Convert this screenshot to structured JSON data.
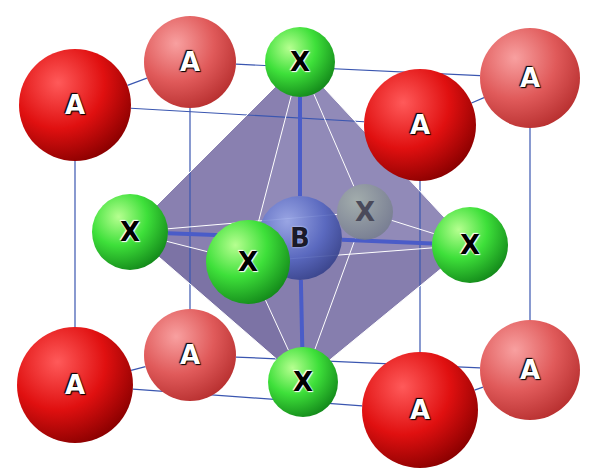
{
  "diagram": {
    "nodes": [
      {
        "text": [
          "A"
        ]
      },
      {
        "text": [
          "X"
        ]
      },
      {
        "text": [
          "A"
        ]
      },
      {
        "text": [
          "A"
        ]
      },
      {
        "text": [
          "A"
        ]
      },
      {
        "text": [
          "X"
        ]
      },
      {
        "text": [
          "X"
        ]
      },
      {
        "text": [
          "B"
        ]
      },
      {
        "text": [
          "X"
        ]
      },
      {
        "text": [
          "X"
        ]
      },
      {
        "text": [
          "A"
        ]
      },
      {
        "text": [
          "A"
        ]
      },
      {
        "text": [
          "X"
        ]
      },
      {
        "text": [
          "A"
        ]
      },
      {
        "text": [
          "A"
        ]
      }
    ],
    "edges": [
      {
        "from": 3,
        "to": 4,
        "arrow": "none"
      },
      {
        "from": 4,
        "to": 14,
        "arrow": "none"
      },
      {
        "from": 14,
        "to": 13,
        "arrow": "none"
      },
      {
        "from": 13,
        "to": 3,
        "arrow": "none"
      },
      {
        "from": 0,
        "to": 2,
        "arrow": "none"
      },
      {
        "from": 2,
        "to": 11,
        "arrow": "none"
      },
      {
        "from": 11,
        "to": 10,
        "arrow": "none"
      },
      {
        "from": 10,
        "to": 0,
        "arrow": "none"
      },
      {
        "from": 0,
        "to": 3,
        "arrow": "none"
      },
      {
        "from": 2,
        "to": 4,
        "arrow": "none"
      },
      {
        "from": 11,
        "to": 14,
        "arrow": "none"
      },
      {
        "from": 10,
        "to": 13,
        "arrow": "none"
      },
      {
        "from": 1,
        "to": 6,
        "arrow": "none"
      },
      {
        "from": 1,
        "to": 9,
        "arrow": "none"
      },
      {
        "from": 1,
        "to": 8,
        "arrow": "none"
      },
      {
        "from": 1,
        "to": 5,
        "arrow": "none"
      },
      {
        "from": 12,
        "to": 6,
        "arrow": "none"
      },
      {
        "from": 12,
        "to": 9,
        "arrow": "none"
      },
      {
        "from": 12,
        "to": 8,
        "arrow": "none"
      },
      {
        "from": 12,
        "to": 5,
        "arrow": "none"
      },
      {
        "from": 6,
        "to": 9,
        "arrow": "none"
      },
      {
        "from": 9,
        "to": 8,
        "arrow": "none"
      },
      {
        "from": 8,
        "to": 5,
        "arrow": "none"
      },
      {
        "from": 5,
        "to": 6,
        "arrow": "none"
      },
      {
        "from": 7,
        "to": 1,
        "arrow": "none"
      },
      {
        "from": 7,
        "to": 12,
        "arrow": "none"
      },
      {
        "from": 7,
        "to": 6,
        "arrow": "none"
      },
      {
        "from": 7,
        "to": 8,
        "arrow": "none"
      },
      {
        "from": 7,
        "to": 9,
        "arrow": "none"
      },
      {
        "from": 7,
        "to": 5,
        "arrow": "none"
      }
    ]
  }
}
